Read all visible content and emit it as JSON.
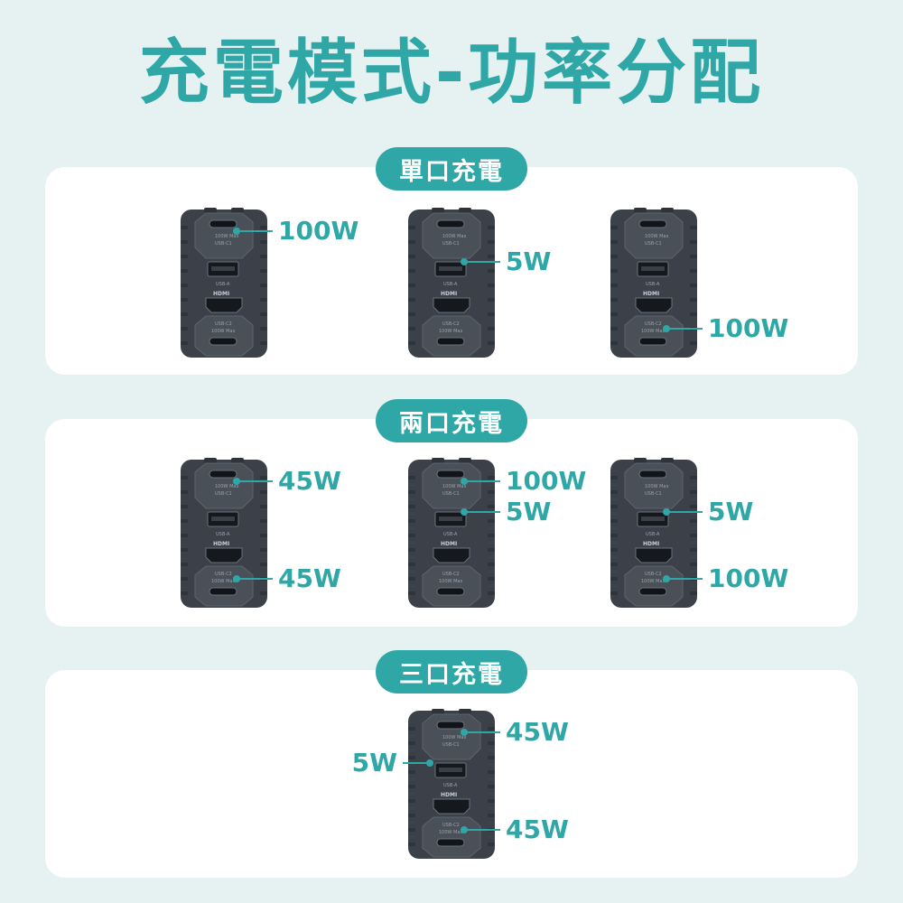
{
  "title": "充電模式-功率分配",
  "device_markings": {
    "c1_power": "100W Max",
    "c1_name": "USB-C1",
    "usba_name": "USB-A",
    "hdmi_name": "HDMI",
    "c2_name": "USB-C2",
    "c2_power": "100W Max"
  },
  "sections": [
    {
      "title": "單口充電",
      "devices": [
        {
          "c1": "100W",
          "usba": "",
          "c2": ""
        },
        {
          "c1": "",
          "usba": "5W",
          "c2": ""
        },
        {
          "c1": "",
          "usba": "",
          "c2": "100W"
        }
      ]
    },
    {
      "title": "兩口充電",
      "devices": [
        {
          "c1": "45W",
          "usba": "",
          "c2": "45W"
        },
        {
          "c1": "100W",
          "usba": "5W",
          "c2": ""
        },
        {
          "c1": "",
          "usba": "5W",
          "c2": "100W"
        }
      ]
    },
    {
      "title": "三口充電",
      "devices": [
        {
          "c1": "45W",
          "usba": "5W",
          "c2": "45W"
        }
      ]
    }
  ],
  "colors": {
    "accent": "#2fa7a6",
    "background": "#e6f2f2",
    "panel": "#ffffff",
    "device_body": "#3e434b"
  }
}
